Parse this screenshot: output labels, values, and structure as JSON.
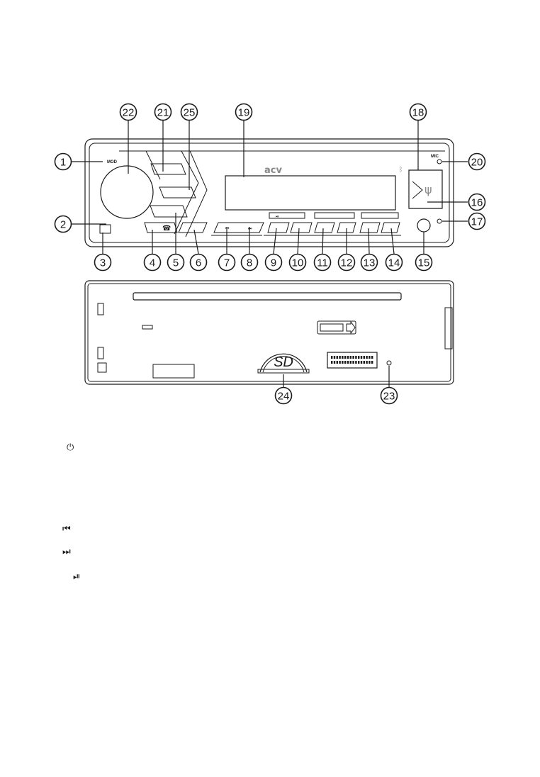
{
  "front_panel": {
    "brand": "acv",
    "mic_label": "MIC",
    "mod_label": "MOD"
  },
  "rear_panel": {
    "sd_label": "SD"
  },
  "callouts": [
    "1",
    "2",
    "3",
    "4",
    "5",
    "6",
    "7",
    "8",
    "9",
    "10",
    "11",
    "12",
    "13",
    "14",
    "15",
    "16",
    "17",
    "18",
    "19",
    "20",
    "21",
    "22",
    "23",
    "24",
    "25"
  ],
  "legend_icons": {
    "power": "⏻",
    "prev": "⏮",
    "next": "⏭",
    "play_pause": "⏯"
  },
  "colors": {
    "line": "#1a1a1a",
    "brand": "#888888",
    "background": "#ffffff"
  }
}
